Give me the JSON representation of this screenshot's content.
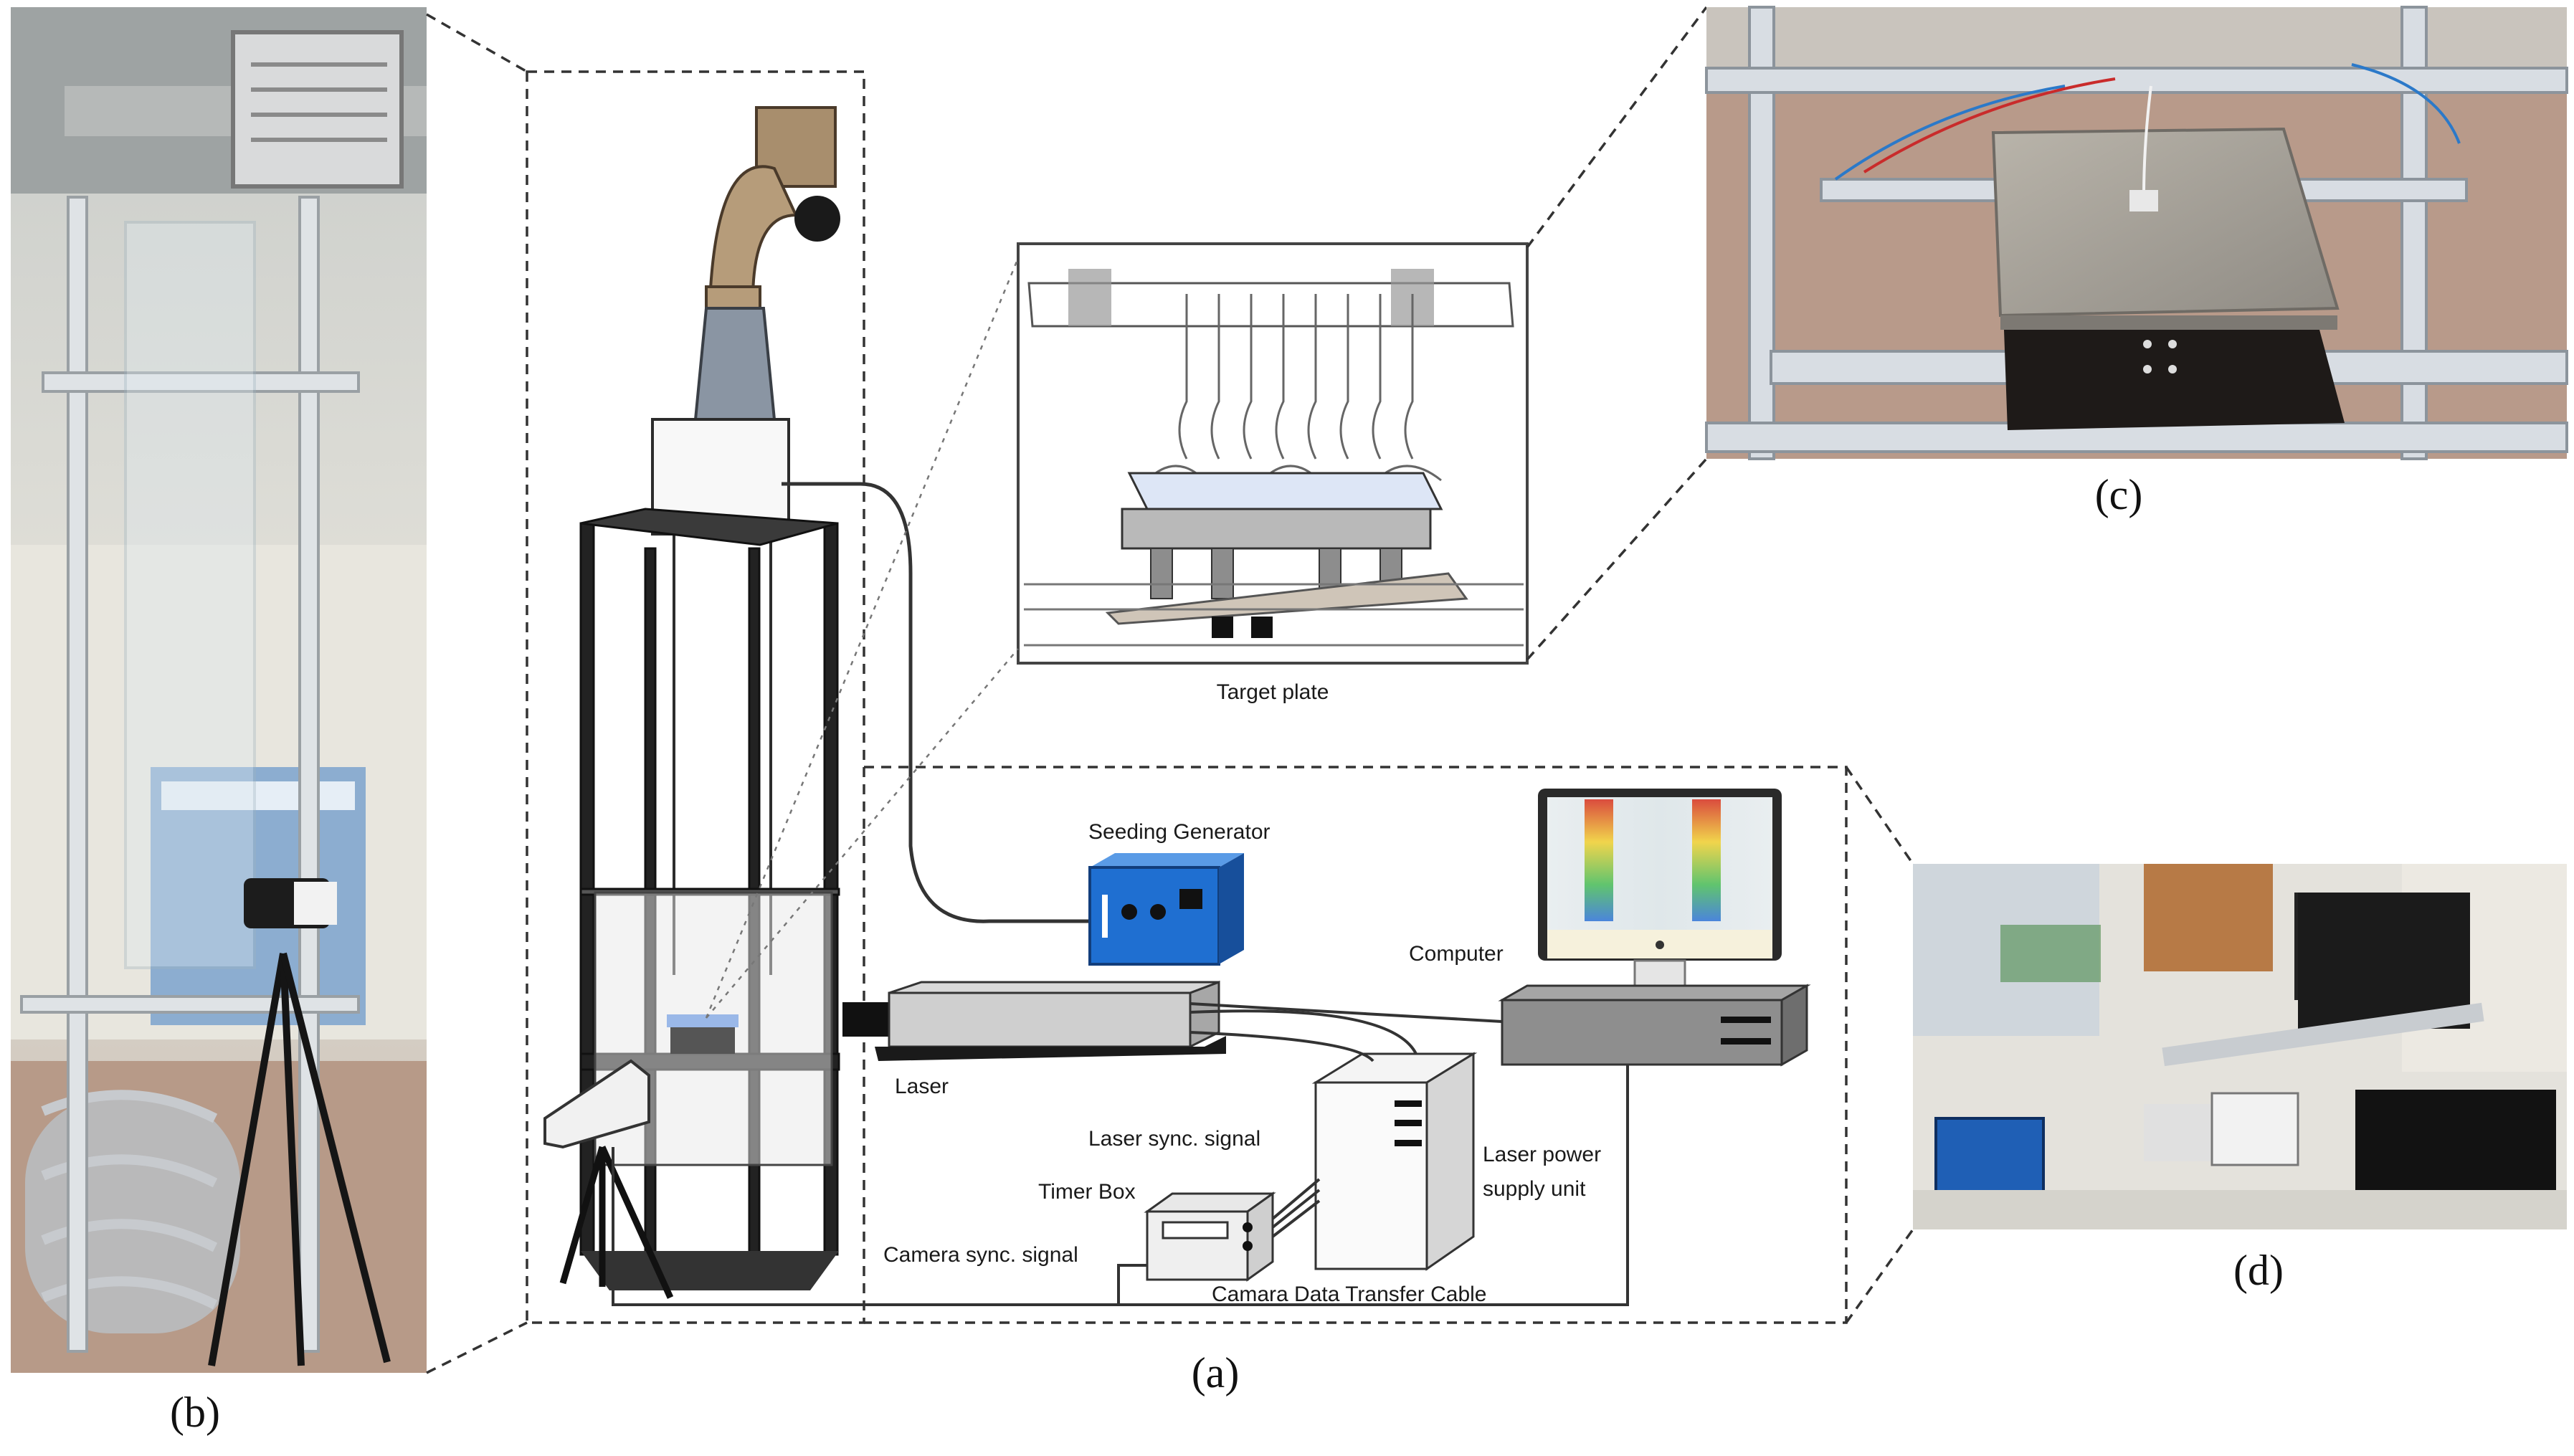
{
  "panels": {
    "a": "(a)",
    "b": "(b)",
    "c": "(c)",
    "d": "(d)"
  },
  "labels": {
    "target_plate": "Target plate",
    "seeding_generator": "Seeding Generator",
    "computer": "Computer",
    "laser": "Laser",
    "laser_sync": "Laser sync. signal",
    "timer_box": "Timer Box",
    "camera_sync": "Camera sync. signal",
    "laser_power_1": "Laser power",
    "laser_power_2": "supply unit",
    "camera_cable": "Camara Data Transfer Cable"
  },
  "colors": {
    "seeding_generator": "#1f6fd1",
    "frame": "#1c1c1c",
    "dashed_line": "#333333"
  }
}
